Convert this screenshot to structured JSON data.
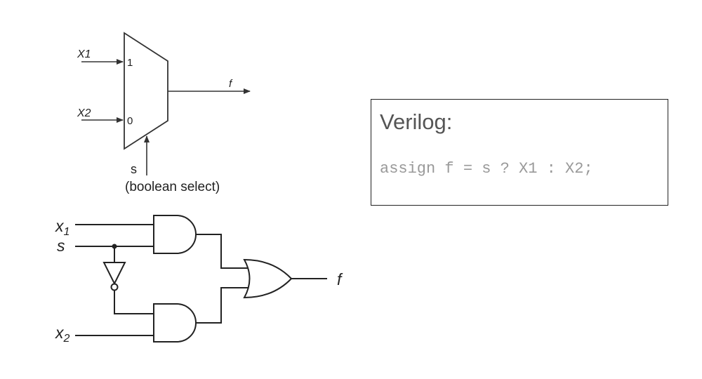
{
  "mux": {
    "input_top_label": "X1",
    "input_bottom_label": "X2",
    "pin_top": "1",
    "pin_bottom": "0",
    "output_label": "f",
    "select_label": "s",
    "select_caption": "(boolean select)"
  },
  "gates": {
    "x1_label": "x",
    "x1_sub": "1",
    "s_label": "s",
    "x2_label": "x",
    "x2_sub": "2",
    "output_label": "f"
  },
  "verilog": {
    "title": "Verilog:",
    "code": "assign f = s ? X1 : X2;"
  }
}
